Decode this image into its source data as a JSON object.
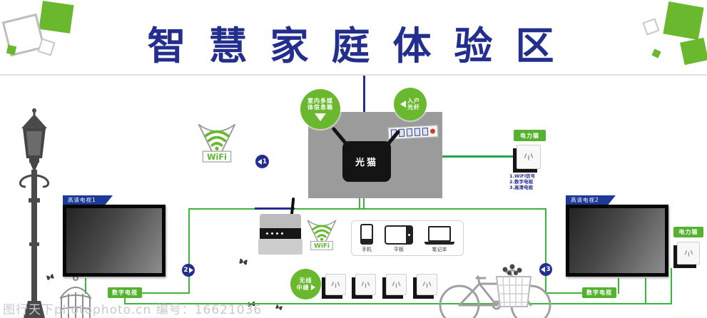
{
  "title": "智慧家庭体验区",
  "watermark": "图行天下photophoto.cn 编号：16621036",
  "colors": {
    "accent_green": "#6ab82e",
    "label_green": "#55b230",
    "line_green": "#3db53c",
    "navy": "#232e8d",
    "box_gray": "#9b9b9b"
  },
  "callouts": {
    "media_box": {
      "line1": "室内多媒",
      "line2": "体信息箱"
    },
    "fiber": {
      "line1": "入户",
      "line2": "光纤"
    },
    "repeater": {
      "line1": "无线",
      "line2": "中继"
    }
  },
  "modem_label": "光猫",
  "wifi_label": "WiFi",
  "markers": {
    "m1": "1",
    "m2": "2",
    "m3": "3"
  },
  "powercat_top": {
    "label": "电力猫",
    "note1": "1.WiFi信号",
    "note2": "2.数字电视",
    "note3": "3.高清电视"
  },
  "powercat_right": {
    "label": "电力猫"
  },
  "tv_left": {
    "tab": "高清电视1",
    "label": "数字电视"
  },
  "tv_right": {
    "tab": "高清电视2",
    "label": "数字电视"
  },
  "devices": {
    "phone": "手机",
    "tablet": "平板",
    "laptop": "笔记本"
  }
}
